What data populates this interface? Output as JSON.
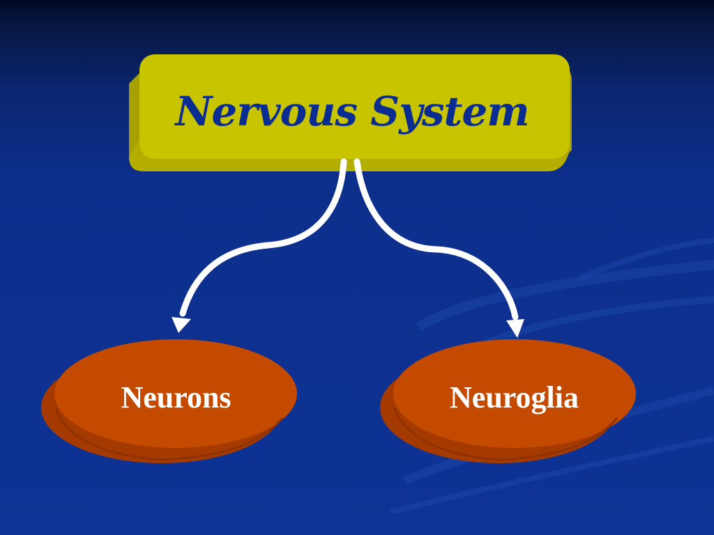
{
  "diagram": {
    "root": {
      "label": "Nervous System"
    },
    "children": [
      {
        "label": "Neurons"
      },
      {
        "label": "Neuroglia"
      }
    ]
  },
  "colors": {
    "background": "#0e3396",
    "root_fill": "#c9c400",
    "root_text": "#0b2d91",
    "child_fill": "#c44a00",
    "child_text": "#ffffff",
    "arrow": "#ffffff"
  }
}
